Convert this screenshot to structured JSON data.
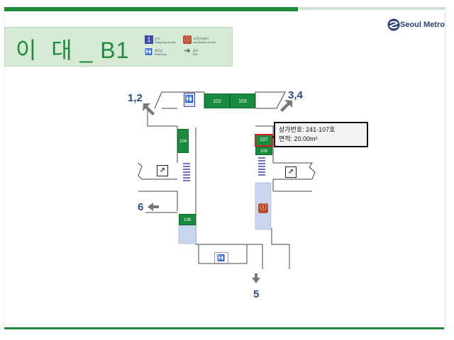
{
  "header": {
    "title": "이  대 _ B1",
    "logo": "Seoul Metro"
  },
  "legend": [
    {
      "icon": "1",
      "label": "상가\nShopping arcade",
      "color": "#3a4aa5"
    },
    {
      "icon": "ⓘ",
      "label": "고객안내센터\nInformation center",
      "color": "#b84a26"
    },
    {
      "icon": "🚻",
      "label": "화장실\nRestroom",
      "color": "#3a4aa5"
    },
    {
      "icon": "➔",
      "label": "출구\nExit",
      "color": "#666666"
    }
  ],
  "map": {
    "stores": [
      "102",
      "103",
      "104",
      "107",
      "106",
      "108"
    ],
    "exits": [
      "1,2",
      "3,4",
      "6",
      "5"
    ]
  },
  "tooltip": {
    "line1": "상가번호: 241-107호",
    "line2": "면적: 20.00m²"
  },
  "colors": {
    "brand_green": "#1e8c3a",
    "store_green": "#1a8a3e",
    "highlight": "#e02020",
    "exit_blue": "#2a4a8a"
  }
}
